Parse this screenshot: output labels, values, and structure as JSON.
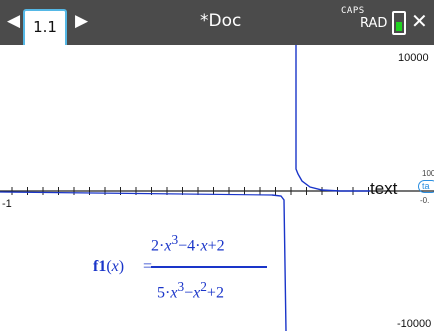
{
  "top_bar": {
    "tab_label": "1.1",
    "doc_title": "*Doc",
    "caps": "CAPS",
    "angle_mode": "RAD",
    "battery_level": 0.45,
    "colors": {
      "bar": "#4b4b4b",
      "tab_border": "#55b8e6",
      "battery": "#1fd31f"
    }
  },
  "graph": {
    "y_max_label": "10000",
    "y_min_label": "-10000",
    "x_min_label": "-1",
    "text_tool_label": "text",
    "text_box_label": "ta",
    "small_label_top": "100",
    "small_label_bottom": "-0.",
    "function_name": "f1",
    "function_var": "x",
    "equals": "=",
    "num_coef_a": "2",
    "num_var_a": "x",
    "num_exp_a": "3",
    "num_op_a": "−4·",
    "num_var_b": "x",
    "num_tail": "+2",
    "den_coef_a": "5",
    "den_var_a": "x",
    "den_exp_a": "3",
    "den_op": "−",
    "den_var_b": "x",
    "den_exp_b": "2",
    "den_tail": "+2",
    "colors": {
      "function": "#1a35c9",
      "axes": "#222222",
      "text_box": "#2a8ee0"
    }
  }
}
